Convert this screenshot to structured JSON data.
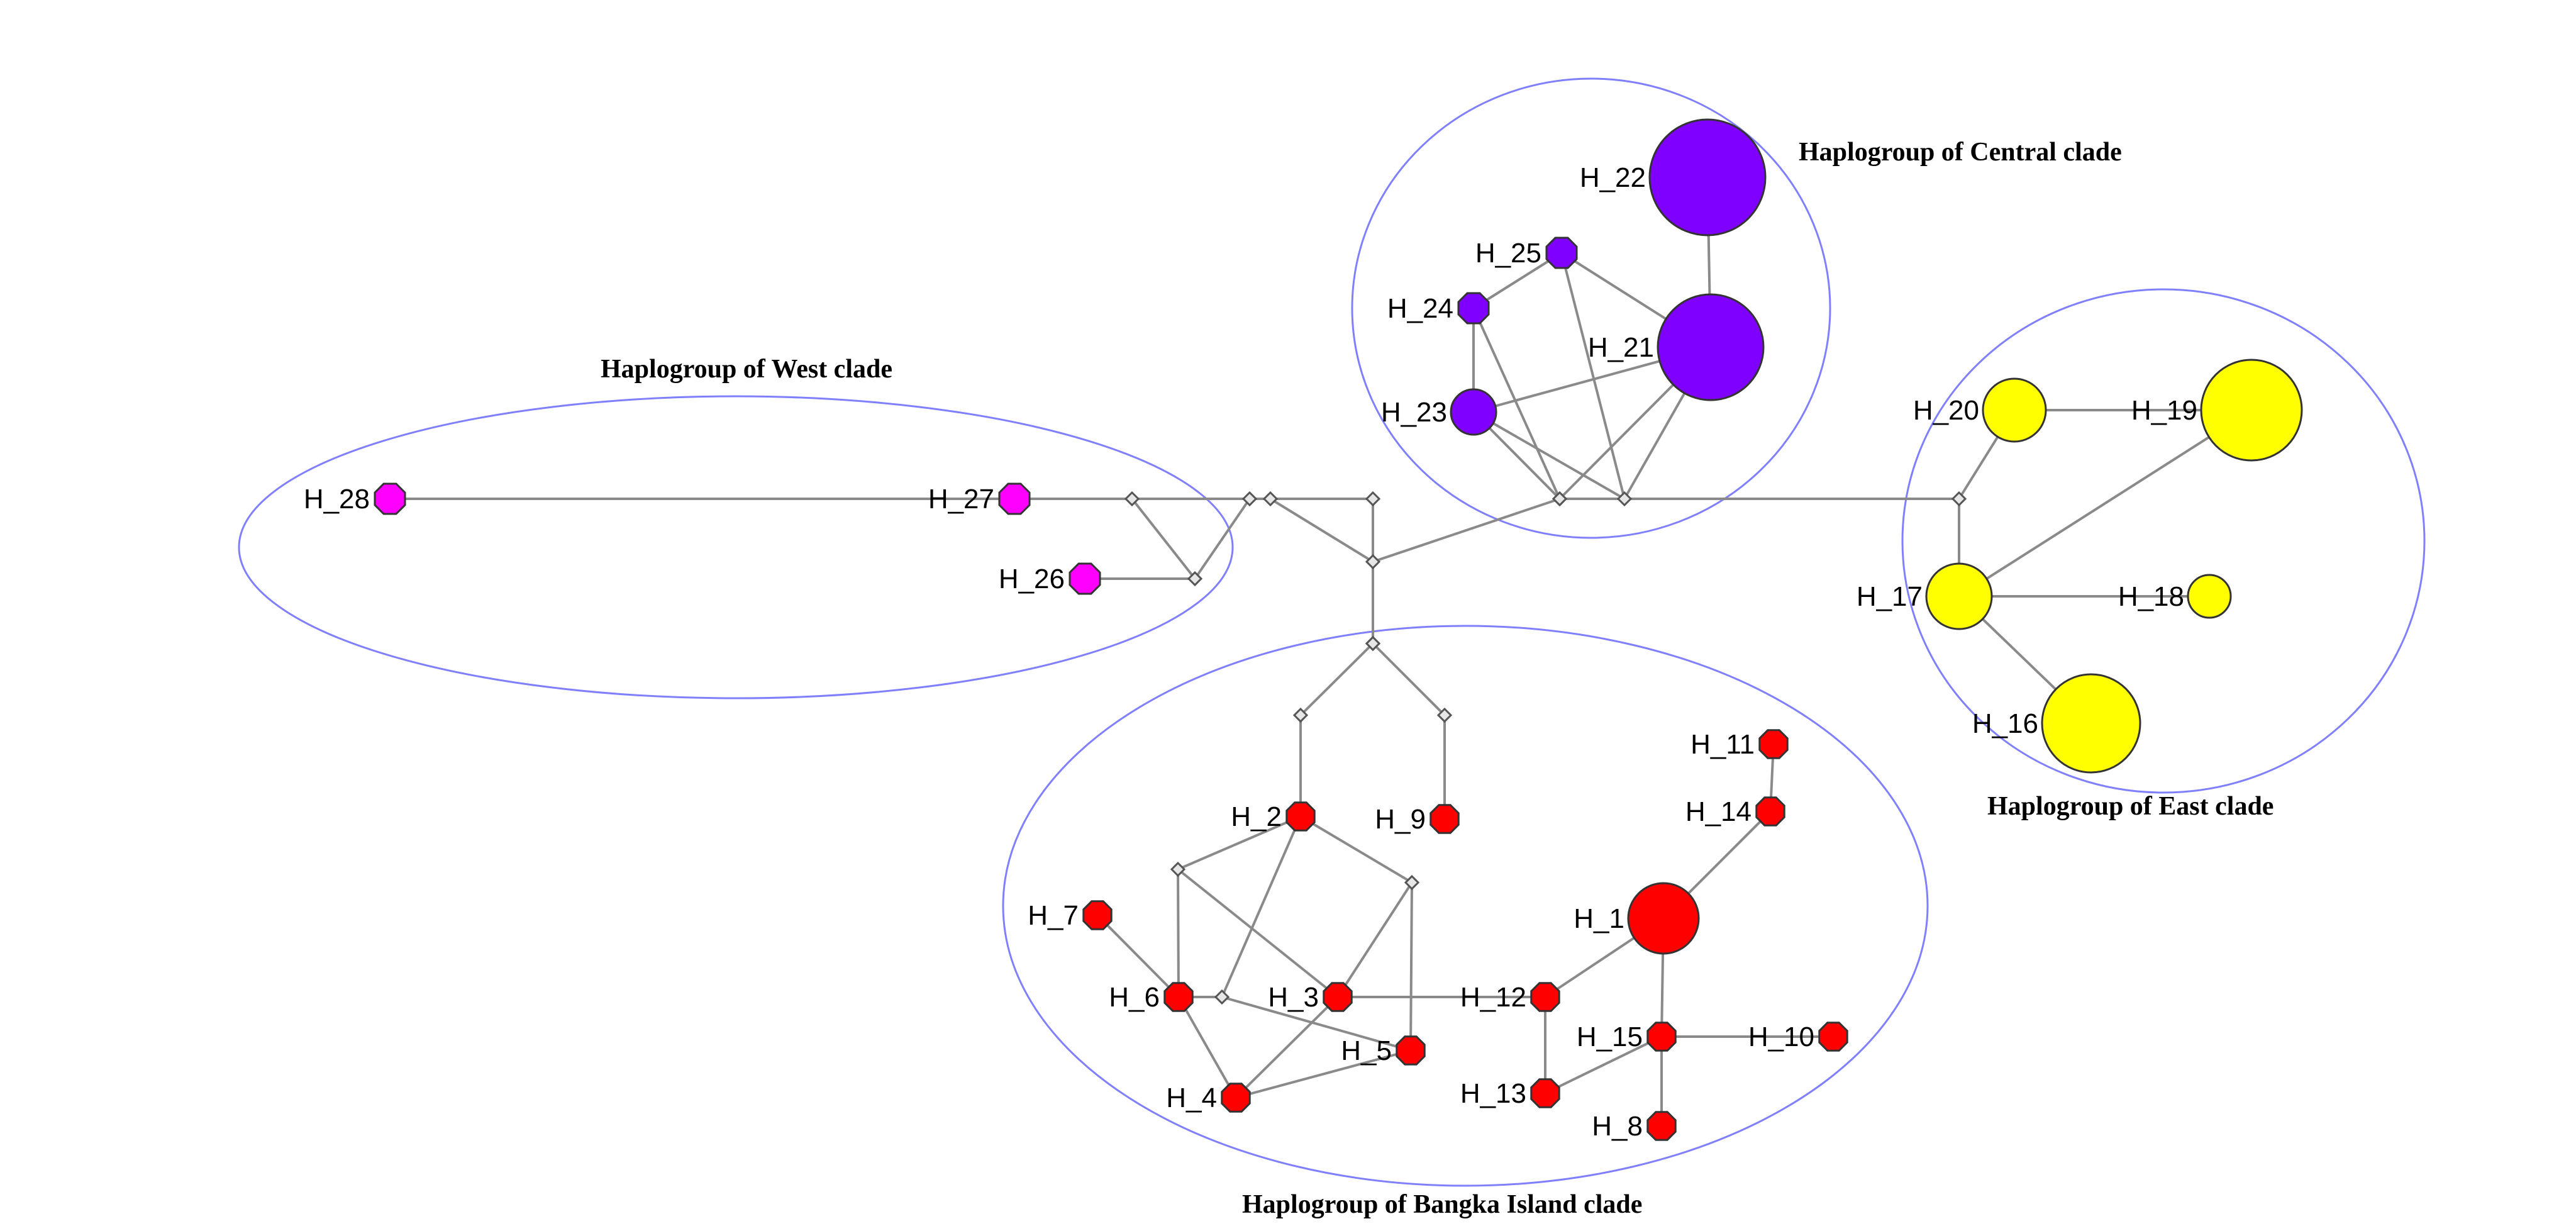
{
  "colors": {
    "west": "#ff00ff",
    "central": "#8000ff",
    "east": "#ffff00",
    "bangka": "#ff0000",
    "ellipse": "#8080ff",
    "edge": "#8a8a8a"
  },
  "clades": {
    "west": "Haplogroup of West clade",
    "central": "Haplogroup of Central clade",
    "east": "Haplogroup of East clade",
    "bangka": "Haplogroup of Bangka Island clade"
  },
  "haplotypes": [
    {
      "id": "H_1",
      "clade": "bangka"
    },
    {
      "id": "H_2",
      "clade": "bangka"
    },
    {
      "id": "H_3",
      "clade": "bangka"
    },
    {
      "id": "H_4",
      "clade": "bangka"
    },
    {
      "id": "H_5",
      "clade": "bangka"
    },
    {
      "id": "H_6",
      "clade": "bangka"
    },
    {
      "id": "H_7",
      "clade": "bangka"
    },
    {
      "id": "H_8",
      "clade": "bangka"
    },
    {
      "id": "H_9",
      "clade": "bangka"
    },
    {
      "id": "H_10",
      "clade": "bangka"
    },
    {
      "id": "H_11",
      "clade": "bangka"
    },
    {
      "id": "H_12",
      "clade": "bangka"
    },
    {
      "id": "H_13",
      "clade": "bangka"
    },
    {
      "id": "H_14",
      "clade": "bangka"
    },
    {
      "id": "H_15",
      "clade": "bangka"
    },
    {
      "id": "H_16",
      "clade": "east"
    },
    {
      "id": "H_17",
      "clade": "east"
    },
    {
      "id": "H_18",
      "clade": "east"
    },
    {
      "id": "H_19",
      "clade": "east"
    },
    {
      "id": "H_20",
      "clade": "east"
    },
    {
      "id": "H_21",
      "clade": "central"
    },
    {
      "id": "H_22",
      "clade": "central"
    },
    {
      "id": "H_23",
      "clade": "central"
    },
    {
      "id": "H_24",
      "clade": "central"
    },
    {
      "id": "H_25",
      "clade": "central"
    },
    {
      "id": "H_26",
      "clade": "west"
    },
    {
      "id": "H_27",
      "clade": "west"
    },
    {
      "id": "H_28",
      "clade": "west"
    }
  ],
  "edges": [
    [
      "H_28",
      "H_27"
    ],
    [
      "H_27",
      "m1"
    ],
    [
      "m1",
      "m2"
    ],
    [
      "m1",
      "m3"
    ],
    [
      "m3",
      "H_26"
    ],
    [
      "m3",
      "m2"
    ],
    [
      "m2",
      "m4"
    ],
    [
      "m4",
      "m5"
    ],
    [
      "m4",
      "m6"
    ],
    [
      "m5",
      "m6"
    ],
    [
      "m5",
      "m7"
    ],
    [
      "m6",
      "m8"
    ],
    [
      "m8",
      "m9"
    ],
    [
      "m8",
      "m10"
    ],
    [
      "m8",
      "H_21"
    ],
    [
      "m8",
      "H_23"
    ],
    [
      "m9",
      "m10"
    ],
    [
      "m9",
      "H_25"
    ],
    [
      "m9",
      "H_23"
    ],
    [
      "m9",
      "H_21"
    ],
    [
      "m10",
      "H_24"
    ],
    [
      "H_24",
      "H_25"
    ],
    [
      "H_24",
      "H_23"
    ],
    [
      "H_25",
      "H_21"
    ],
    [
      "H_23",
      "H_21"
    ],
    [
      "H_21",
      "H_22"
    ],
    [
      "m9",
      "m11"
    ],
    [
      "m11",
      "H_20"
    ],
    [
      "m11",
      "H_17"
    ],
    [
      "H_20",
      "H_19"
    ],
    [
      "H_17",
      "H_19"
    ],
    [
      "H_17",
      "H_18"
    ],
    [
      "H_17",
      "H_16"
    ],
    [
      "m7",
      "m12"
    ],
    [
      "m12",
      "m13"
    ],
    [
      "m12",
      "m14"
    ],
    [
      "m13",
      "H_2"
    ],
    [
      "m14",
      "H_9"
    ],
    [
      "H_2",
      "m15"
    ],
    [
      "H_2",
      "m16"
    ],
    [
      "H_2",
      "m17"
    ],
    [
      "m15",
      "H_6"
    ],
    [
      "m15",
      "H_3"
    ],
    [
      "m16",
      "H_5"
    ],
    [
      "m16",
      "H_3"
    ],
    [
      "H_7",
      "H_6"
    ],
    [
      "H_6",
      "m17"
    ],
    [
      "H_6",
      "H_4"
    ],
    [
      "m17",
      "H_5"
    ],
    [
      "H_4",
      "H_3"
    ],
    [
      "H_4",
      "H_5"
    ],
    [
      "H_3",
      "H_12"
    ],
    [
      "H_12",
      "H_1"
    ],
    [
      "H_12",
      "H_13"
    ],
    [
      "H_13",
      "H_15"
    ],
    [
      "H_1",
      "H_15"
    ],
    [
      "H_1",
      "H_14"
    ],
    [
      "H_14",
      "H_11"
    ],
    [
      "H_15",
      "H_10"
    ],
    [
      "H_15",
      "H_8"
    ]
  ]
}
